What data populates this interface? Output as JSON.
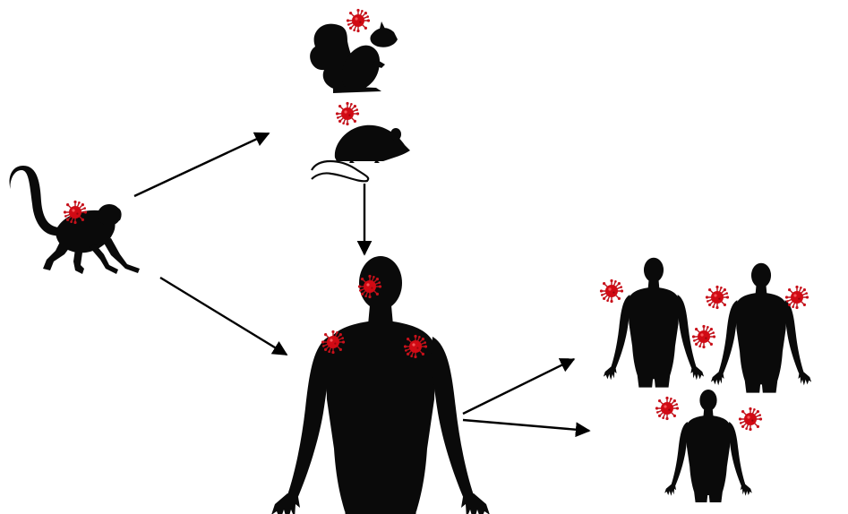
{
  "diagram": {
    "nodes": [
      {
        "id": "monkey",
        "icon": "monkey-icon",
        "infected": true
      },
      {
        "id": "squirrel",
        "icon": "squirrel-icon",
        "infected": true
      },
      {
        "id": "rodent",
        "icon": "rat-icon",
        "infected": true
      },
      {
        "id": "human-index",
        "icon": "human-silhouette-icon",
        "infected": true
      },
      {
        "id": "human-contact-1",
        "icon": "human-silhouette-icon",
        "infected": true
      },
      {
        "id": "human-contact-2",
        "icon": "human-silhouette-icon",
        "infected": true
      },
      {
        "id": "human-contact-3",
        "icon": "human-silhouette-icon",
        "infected": true
      }
    ],
    "edges": [
      {
        "from": "monkey",
        "to": "squirrel"
      },
      {
        "from": "monkey",
        "to": "human-index"
      },
      {
        "from": "rodent",
        "to": "human-index"
      },
      {
        "from": "human-index",
        "to": "human-contact-1"
      },
      {
        "from": "human-index",
        "to": "human-contact-3"
      }
    ],
    "colors": {
      "silhouette": "#0a0a0a",
      "virus": "#d10a14",
      "virus_spike": "#b5121b",
      "arrow": "#000000",
      "background": "#ffffff"
    }
  }
}
